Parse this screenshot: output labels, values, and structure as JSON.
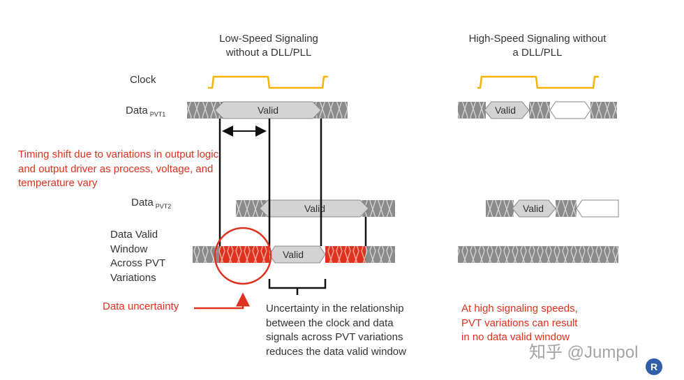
{
  "titles": {
    "low_speed": "Low-Speed Signaling\nwithout a DLL/PLL",
    "high_speed": "High-Speed Signaling without\na DLL/PLL"
  },
  "labels": {
    "clock": "Clock",
    "data": "Data",
    "pvt1": "PVT1",
    "pvt2": "PVT2",
    "valid_window": "Data Valid\nWindow\nAcross PVT\nVariations",
    "valid": "Valid"
  },
  "annotations": {
    "timing_shift": "Timing shift due to variations in output logic\nand output driver as process, voltage, and\ntemperature vary",
    "data_uncertainty": "Data uncertainty",
    "relationship": "Uncertainty in the relationship\nbetween the clock and data\nsignals across PVT variations\nreduces the data valid window",
    "high_speed_note": "At high signaling speeds,\nPVT variations can result\nin no data valid window"
  },
  "watermark": "知乎 @Jumpol",
  "badge": "R",
  "colors": {
    "clock": "#f2b400",
    "bar_gray": "#8a8a8a",
    "valid_fill": "#d3d3d3",
    "uncertainty_red": "#e0301e",
    "text_red": "#e0301e"
  }
}
